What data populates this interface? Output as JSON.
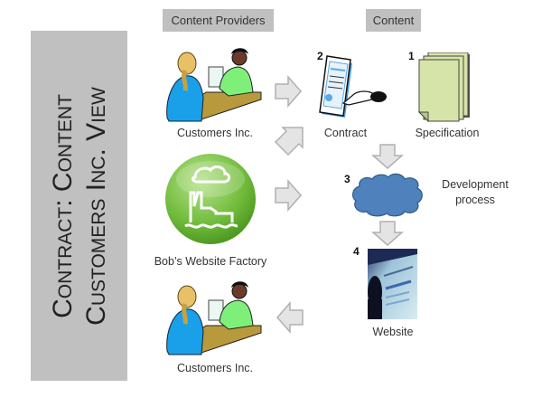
{
  "title": {
    "line1": "Contract: Content",
    "line2": "Customers Inc. View"
  },
  "headers": {
    "providers": "Content Providers",
    "content": "Content"
  },
  "providers": [
    {
      "label": "Customers Inc.",
      "icon": "office-workers-icon"
    },
    {
      "label": "Bob’s Website Factory",
      "icon": "factory-icon"
    },
    {
      "label": "Customers Inc.",
      "icon": "office-workers-icon"
    }
  ],
  "content": {
    "contract": {
      "number": "2",
      "label": "Contract",
      "icon": "signing-document-icon"
    },
    "specification": {
      "number": "1",
      "label": "Specification",
      "icon": "document-stack-icon"
    },
    "development": {
      "number": "3",
      "label_line1": "Development",
      "label_line2": "process",
      "icon": "cloud-icon"
    },
    "website": {
      "number": "4",
      "label": "Website",
      "icon": "website-screen-icon"
    }
  },
  "colors": {
    "panel": "#c0c0c0",
    "arrow_fill": "#e4e4e4",
    "cloud": "#4f81bd",
    "spec": "#d7e4a9",
    "factory": "#7dc142"
  }
}
